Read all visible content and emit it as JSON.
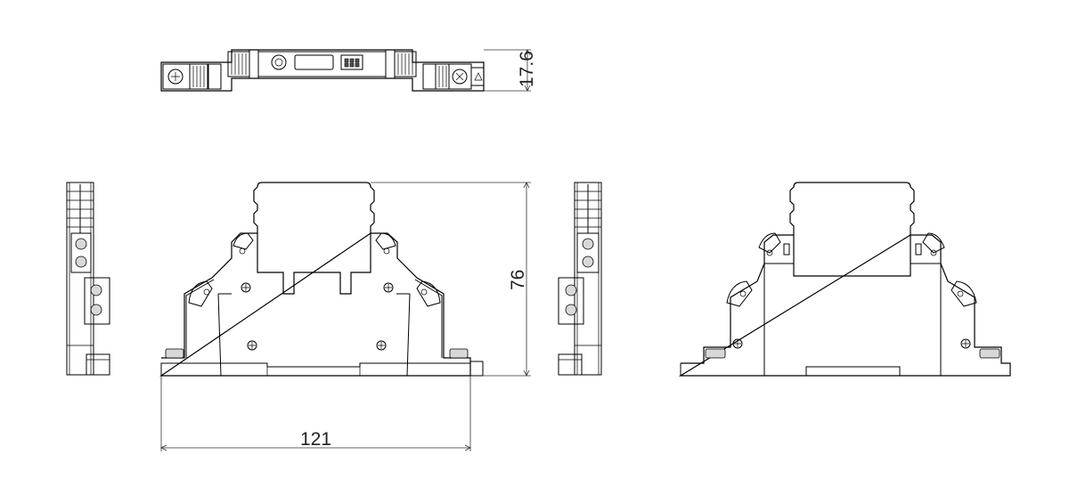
{
  "dimensions": {
    "height_top_view": "17.6",
    "height_front_view": "76",
    "width_front_view": "121"
  }
}
